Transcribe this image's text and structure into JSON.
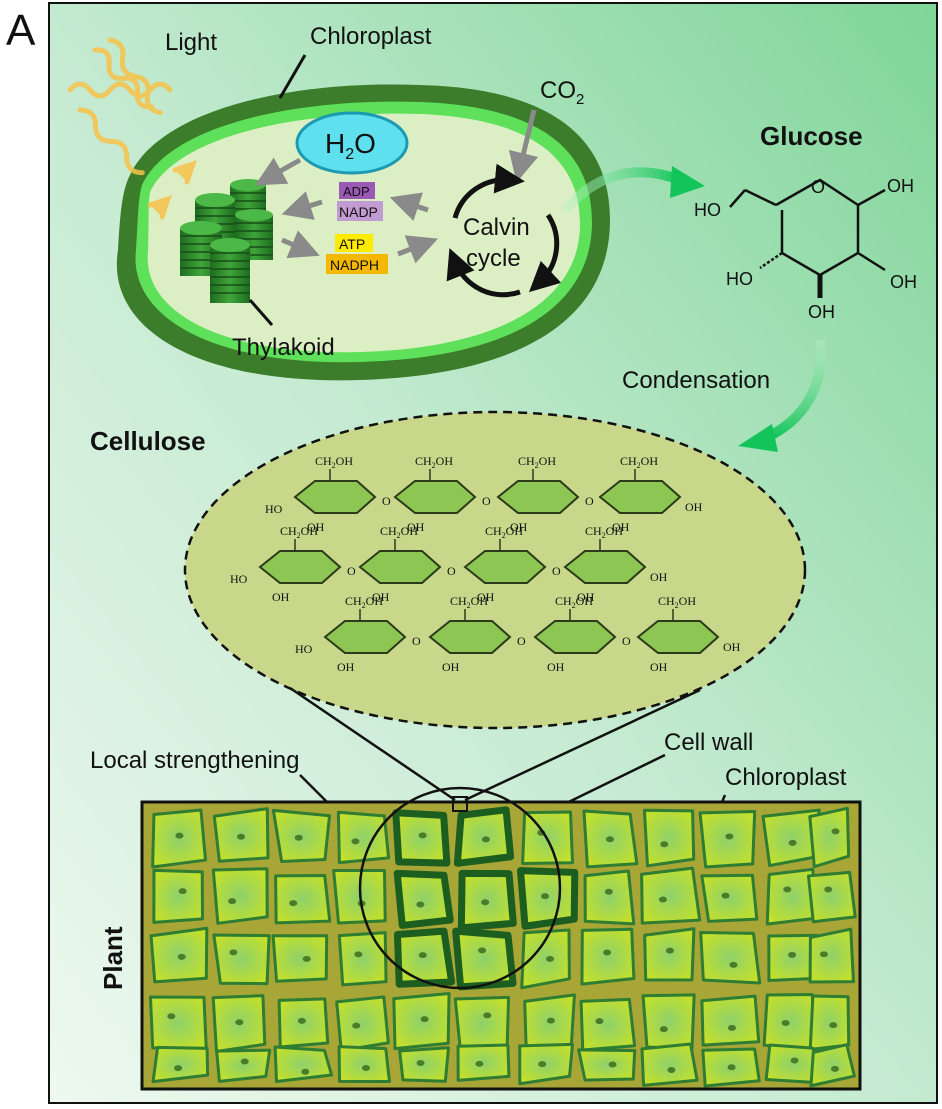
{
  "panel_label": "A",
  "labels": {
    "light": "Light",
    "chloroplast_top": "Chloroplast",
    "co2": "CO",
    "co2_sub": "2",
    "water": "H",
    "water_sub": "2",
    "water_o": "O",
    "adp": "ADP",
    "nadp": "NADP",
    "atp": "ATP",
    "nadph": "NADPH",
    "calvin_line1": "Calvin",
    "calvin_line2": "cycle",
    "thylakoid": "Thylakoid",
    "glucose": "Glucose",
    "condensation": "Condensation",
    "cellulose": "Cellulose",
    "local_strengthening": "Local strengthening",
    "cell_wall": "Cell wall",
    "chloroplast_bottom": "Chloroplast",
    "plant": "Plant"
  },
  "glucose_groups": {
    "oh": "OH",
    "ho": "HO"
  },
  "cellulose_groups": {
    "ch2oh": "CH",
    "ch2oh_sub": "2",
    "ch2oh_tail": "OH",
    "oh": "OH",
    "ho": "HO",
    "o": "O"
  },
  "colors": {
    "background_light": "#e8f5ea",
    "background_dark": "#8fd9a0",
    "chloroplast_outer": "#3a7d2c",
    "chloroplast_inner": "#5fe05a",
    "stroma": "#dcefc4",
    "water_fill": "#5ee0ee",
    "adp_fill": "#9b59b6",
    "atp_fill": "#ffeb00",
    "nadph_fill": "#f5b800",
    "arrow_green": "#2ecc71",
    "cellulose_ellipse": "#c9d78a",
    "ring_green": "#8dc653",
    "plant_bg": "#a8a636",
    "cell_fill": "#b3d832",
    "cell_wall": "#2e7d32",
    "thick_wall": "#1b5e20"
  }
}
